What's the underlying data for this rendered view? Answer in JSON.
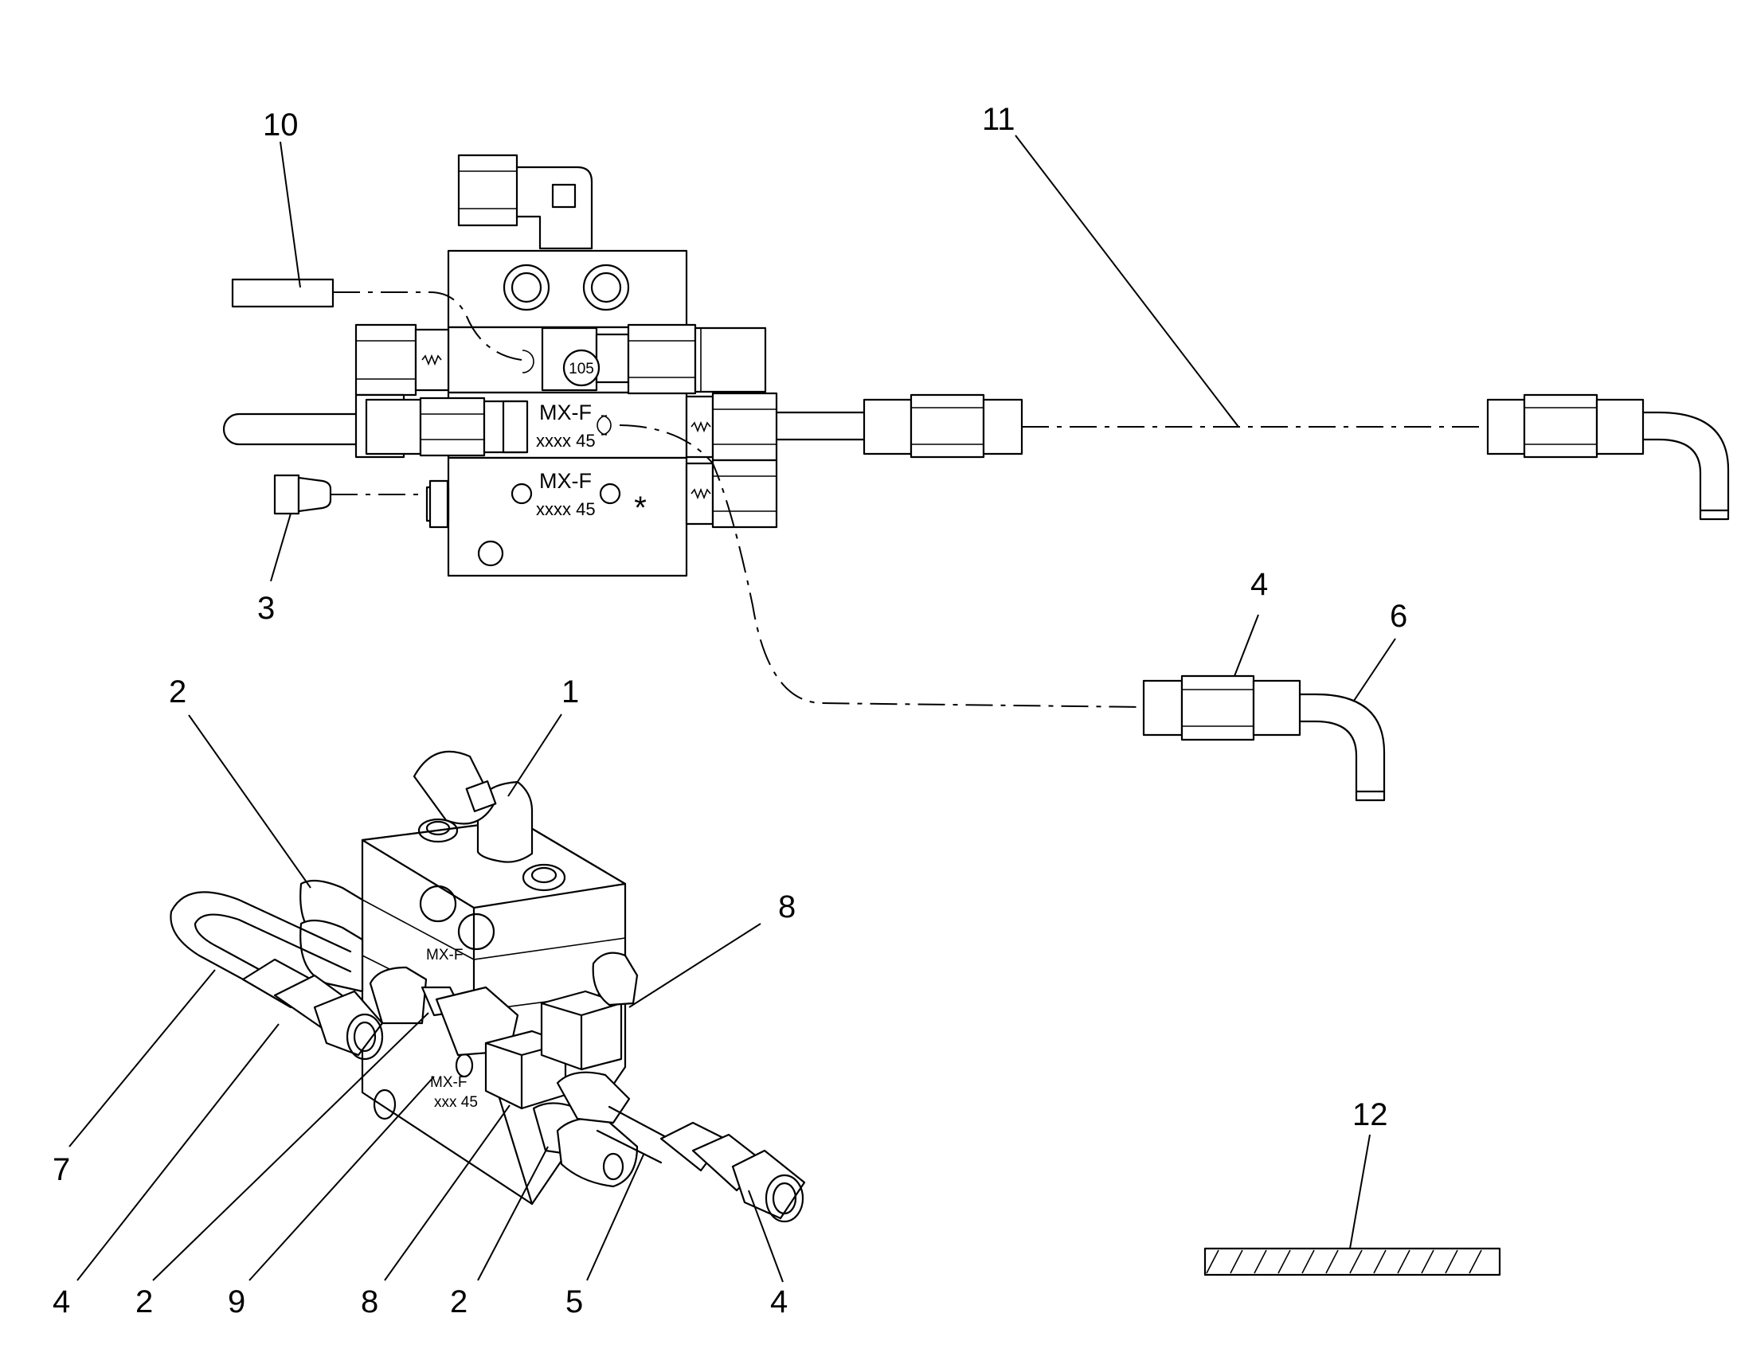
{
  "callouts": {
    "c1": "1",
    "c2": "2",
    "c3": "3",
    "c4": "4",
    "c5": "5",
    "c6": "6",
    "c7": "7",
    "c8": "8",
    "c9": "9",
    "c10": "10",
    "c11": "11",
    "c12": "12"
  },
  "markings": {
    "section_label": "MX-F",
    "section_code": "xxxx 45",
    "section_code_iso": "xxx 45",
    "stamp_value": "105",
    "asterisk": "*"
  }
}
